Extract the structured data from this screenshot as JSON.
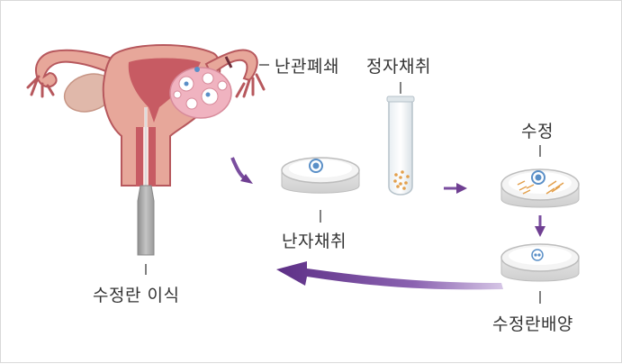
{
  "labels": {
    "tubal_ligation": "난관폐쇄",
    "sperm_collection": "정자채취",
    "fertilization": "수정",
    "egg_retrieval": "난자채취",
    "embryo_transfer": "수정란 이식",
    "embryo_culture": "수정란배양"
  },
  "colors": {
    "uterus_wall": "#e7a79a",
    "uterus_outline": "#b7585d",
    "uterus_inner": "#c75b63",
    "ovary_left": "#e0b8aa",
    "ovary_right": "#f0b3c0",
    "arrow_purple": "#6f3f92",
    "dish_fill": "#eeeeee",
    "dish_edge": "#bdbdbd",
    "egg_blue": "#5a8fc7",
    "sperm_orange": "#e3a04c",
    "catheter_gray": "#a8a8a8"
  }
}
